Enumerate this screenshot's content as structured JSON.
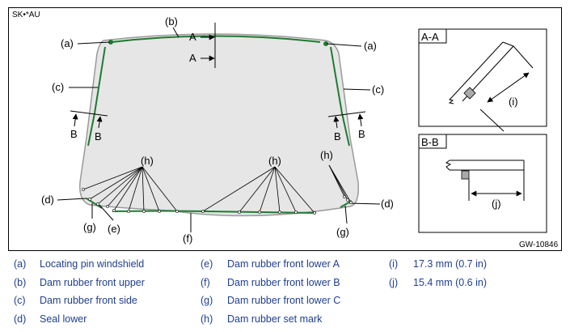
{
  "figure": {
    "model_code": "SK•*AU",
    "figure_id": "GW-10846",
    "callouts": {
      "a": "(a)",
      "b": "(b)",
      "c": "(c)",
      "d": "(d)",
      "e": "(e)",
      "f": "(f)",
      "g": "(g)",
      "h": "(h)",
      "i": "(i)",
      "j": "(j)"
    },
    "section_marks": {
      "A": "A",
      "B": "B"
    },
    "section_views": {
      "aa_title": "A-A",
      "bb_title": "B-B"
    }
  },
  "legend": [
    {
      "key": "(a)",
      "text": "Locating pin windshield"
    },
    {
      "key": "(b)",
      "text": "Dam rubber front upper"
    },
    {
      "key": "(c)",
      "text": "Dam rubber front side"
    },
    {
      "key": "(d)",
      "text": "Seal lower"
    },
    {
      "key": "(e)",
      "text": "Dam rubber front lower A"
    },
    {
      "key": "(f)",
      "text": "Dam rubber front lower B"
    },
    {
      "key": "(g)",
      "text": "Dam rubber front lower C"
    },
    {
      "key": "(h)",
      "text": "Dam rubber set mark"
    },
    {
      "key": "(i)",
      "text": "17.3 mm (0.7 in)"
    },
    {
      "key": "(j)",
      "text": "15.4 mm (0.6 in)"
    }
  ],
  "colors": {
    "dam_rubber": "#1e7a32",
    "glass_fill": "#e6e6e6",
    "legend_text": "#1f3f8f"
  }
}
